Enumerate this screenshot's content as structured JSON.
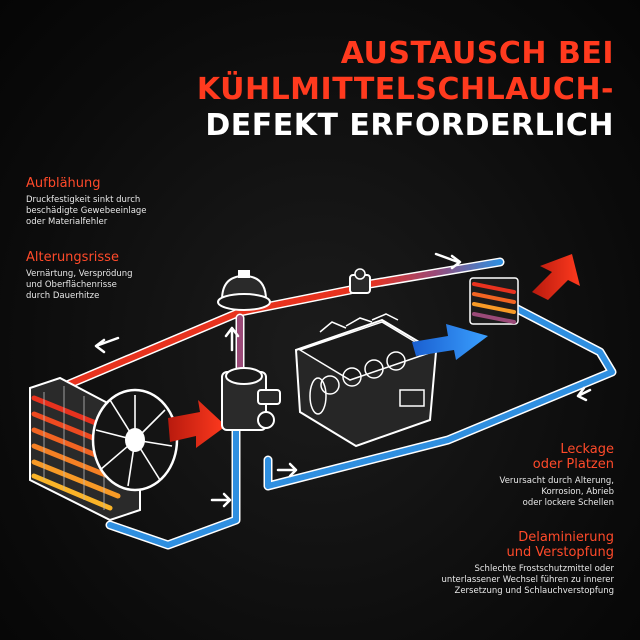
{
  "title": {
    "line1": "AUSTAUSCH BEI",
    "line2": "KÜHLMITTELSCHLAUCH-",
    "line3": "DEFEKT ERFORDERLICH"
  },
  "colors": {
    "accent_red": "#ff3a1e",
    "hose_hot": "#e8321e",
    "hose_cold": "#2f8fe0",
    "heading_orange": "#ff4a2a"
  },
  "sections": {
    "aufblaehung": {
      "heading": "Aufblähung",
      "text": "Druckfestigkeit sinkt durch\nbeschädigte Gewebeeinlage\noder Materialfehler"
    },
    "alterungsrisse": {
      "heading": "Alterungsrisse",
      "text": "Vernärtung, Versprödung\nund Oberflächenrisse\ndurch Dauerhitze"
    },
    "leckage": {
      "heading": "Leckage\noder Platzen",
      "text": "Verursacht durch Alterung,\nKorrosion, Abrieb\noder lockere Schellen"
    },
    "delaminierung": {
      "heading": "Delaminierung\nund Verstopfung",
      "text": "Schlechte Frostschutzmittel oder\nunterlassener Wechsel führen zu innerer\nZersetzung und Schlauchverstopfung"
    }
  },
  "diagram": {
    "components": [
      "radiator",
      "fan",
      "water-pump",
      "thermostat",
      "engine-block",
      "heater-core"
    ],
    "icons": [
      "flow-arrow-icon",
      "hot-arrow-icon",
      "cold-arrow-icon"
    ]
  }
}
